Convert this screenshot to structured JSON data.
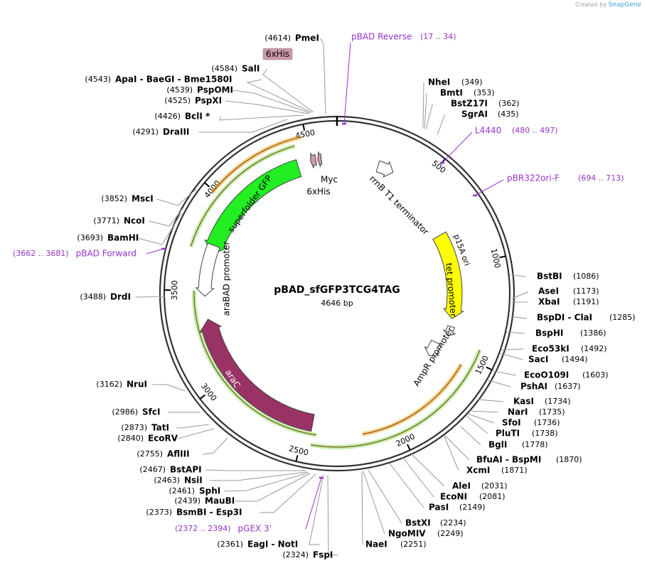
{
  "credit": {
    "prefix": "Created by",
    "brand": "SnapGene"
  },
  "plasmid": {
    "name": "pBAD_sfGFP3TCG4TAG",
    "length_label": "4646 bp",
    "length": 4646
  },
  "colors": {
    "backbone": "#333333",
    "enzyme_text": "#000000",
    "primer": "#9932cc",
    "tick_line": "#999999",
    "sfGFP": "#22ee22",
    "araC": "#993366",
    "p15A": "#ffff00",
    "promoter": "#ffffff",
    "green_highlight": "#8fdf5f",
    "orange_highlight": "#f5a623",
    "tag": "#cc99aa"
  },
  "ruler": [
    {
      "label": "500",
      "pos": 500
    },
    {
      "label": "1000",
      "pos": 1000
    },
    {
      "label": "1500",
      "pos": 1500
    },
    {
      "label": "2000",
      "pos": 2000
    },
    {
      "label": "2500",
      "pos": 2500
    },
    {
      "label": "3000",
      "pos": 3000
    },
    {
      "label": "3500",
      "pos": 3500
    },
    {
      "label": "4000",
      "pos": 4000
    },
    {
      "label": "4500",
      "pos": 4500
    }
  ],
  "features": [
    {
      "name": "superfolder GFP",
      "start": 3710,
      "end": 4427,
      "dir": "rev",
      "color": "#22ee22"
    },
    {
      "name": "araC",
      "start": 2460,
      "end": 3340,
      "dir": "fwd",
      "color": "#993366"
    },
    {
      "name": "p15A ori",
      "start": 780,
      "end": 1320,
      "dir": "fwd",
      "color": "#ffff00"
    },
    {
      "name": "araBAD promoter",
      "start": 3470,
      "end": 3760,
      "dir": "rev",
      "color": "#ffffff"
    },
    {
      "name": "tet promoter",
      "start": 1370,
      "end": 1430,
      "dir": "fwd",
      "color": "#ffffff"
    },
    {
      "name": "AmpR promoter",
      "start": 1500,
      "end": 1600,
      "dir": "fwd",
      "color": "#ffffff"
    },
    {
      "name": "rrnB T1 terminator",
      "start": 230,
      "end": 320,
      "dir": "fwd",
      "color": "#ffffff"
    },
    {
      "name": "Myc",
      "start": 4500,
      "end": 4530,
      "dir": "rev",
      "color": "#cc99aa"
    },
    {
      "name": "6xHis",
      "start": 4540,
      "end": 4560,
      "dir": "rev",
      "color": "#cc99aa"
    }
  ],
  "feature_labels": {
    "sfgfp": "superfolder GFP",
    "arac": "araC",
    "p15a": "p15A ori",
    "arabad": "araBAD promoter",
    "tet": "tet promoter",
    "ampr": "AmpR promoter",
    "rrnb": "rrnB T1 terminator",
    "myc": "Myc",
    "his": "6xHis",
    "his_box": "6xHis"
  },
  "highlights": [
    {
      "type": "green",
      "start": 3715,
      "end": 4440
    },
    {
      "type": "orange",
      "start": 3990,
      "end": 4480
    },
    {
      "type": "green",
      "start": 2430,
      "end": 3500
    },
    {
      "type": "green",
      "start": 1440,
      "end": 2450
    },
    {
      "type": "orange",
      "start": 1545,
      "end": 2190
    }
  ],
  "enzymes": [
    {
      "name": "PmeI",
      "pos": "(4614)"
    },
    {
      "name": "SalI",
      "pos": "(4584)"
    },
    {
      "name": "ApaI  -  BaeGI  -  Bme1580I",
      "pos": "(4543)"
    },
    {
      "name": "PspOMI",
      "pos": "(4539)"
    },
    {
      "name": "PspXI",
      "pos": "(4525)"
    },
    {
      "name": "BclI *",
      "pos": "(4426)"
    },
    {
      "name": "DraIII",
      "pos": "(4291)"
    },
    {
      "name": "MscI",
      "pos": "(3852)"
    },
    {
      "name": "NcoI",
      "pos": "(3771)"
    },
    {
      "name": "BamHI",
      "pos": "(3693)"
    },
    {
      "name": "DrdI",
      "pos": "(3488)"
    },
    {
      "name": "NruI",
      "pos": "(3162)"
    },
    {
      "name": "SfcI",
      "pos": "(2986)"
    },
    {
      "name": "TatI",
      "pos": "(2873)"
    },
    {
      "name": "EcoRV",
      "pos": "(2840)"
    },
    {
      "name": "AflIII",
      "pos": "(2755)"
    },
    {
      "name": "BstAPI",
      "pos": "(2467)"
    },
    {
      "name": "NsiI",
      "pos": "(2463)"
    },
    {
      "name": "SphI",
      "pos": "(2461)"
    },
    {
      "name": "MauBI",
      "pos": "(2439)"
    },
    {
      "name": "BsmBI  -  Esp3I",
      "pos": "(2373)"
    },
    {
      "name": "EagI  -  NotI",
      "pos": "(2361)"
    },
    {
      "name": "FspI",
      "pos": "(2324)"
    },
    {
      "name": "NheI",
      "pos": "(349)"
    },
    {
      "name": "BmtI",
      "pos": "(353)"
    },
    {
      "name": "BstZ17I",
      "pos": "(362)"
    },
    {
      "name": "SgrAI",
      "pos": "(435)"
    },
    {
      "name": "BstBI",
      "pos": "(1086)"
    },
    {
      "name": "AseI",
      "pos": "(1173)"
    },
    {
      "name": "XbaI",
      "pos": "(1191)"
    },
    {
      "name": "BspDI  -  ClaI",
      "pos": "(1285)"
    },
    {
      "name": "BspHI",
      "pos": "(1386)"
    },
    {
      "name": "Eco53kI",
      "pos": "(1492)"
    },
    {
      "name": "SacI",
      "pos": "(1494)"
    },
    {
      "name": "EcoO109I",
      "pos": "(1603)"
    },
    {
      "name": "PshAI",
      "pos": "(1637)"
    },
    {
      "name": "KasI",
      "pos": "(1734)"
    },
    {
      "name": "NarI",
      "pos": "(1735)"
    },
    {
      "name": "SfoI",
      "pos": "(1736)"
    },
    {
      "name": "PluTI",
      "pos": "(1738)"
    },
    {
      "name": "BglI",
      "pos": "(1778)"
    },
    {
      "name": "BfuAI  -  BspMI",
      "pos": "(1870)"
    },
    {
      "name": "XcmI",
      "pos": "(1871)"
    },
    {
      "name": "AleI",
      "pos": "(2031)"
    },
    {
      "name": "EcoNI",
      "pos": "(2081)"
    },
    {
      "name": "PasI",
      "pos": "(2149)"
    },
    {
      "name": "BstXI",
      "pos": "(2234)"
    },
    {
      "name": "NgoMIV",
      "pos": "(2249)"
    },
    {
      "name": "NaeI",
      "pos": "(2251)"
    }
  ],
  "primers": [
    {
      "name": "pBAD Reverse",
      "range": "(17 .. 34)"
    },
    {
      "name": "L4440",
      "range": "(480 .. 497)"
    },
    {
      "name": "pBR322ori-F",
      "range": "(694 .. 713)"
    },
    {
      "name": "pBAD Forward",
      "range": "(3662 .. 3681)"
    },
    {
      "name": "pGEX 3'",
      "range": "(2372 .. 2394)"
    }
  ]
}
